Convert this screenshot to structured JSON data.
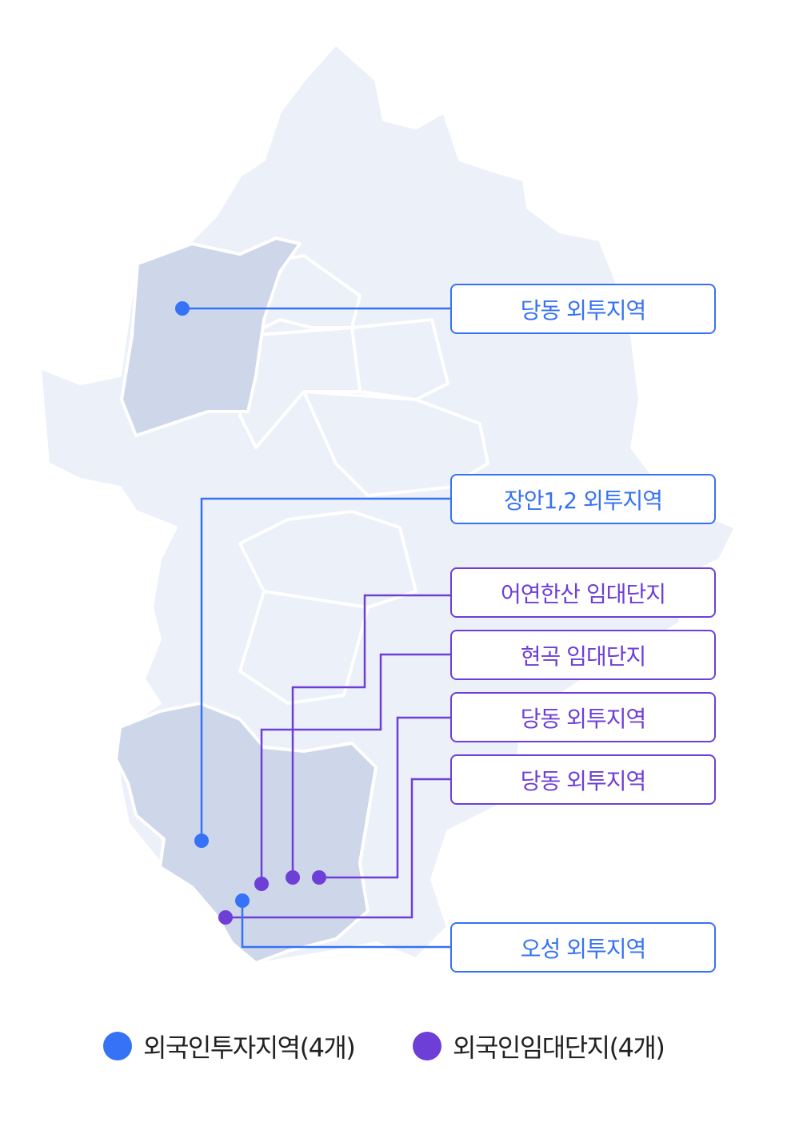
{
  "colors": {
    "investment": "#3672F5",
    "rental": "#6E3FD6",
    "map_base": "#EBF0F9",
    "map_highlight": "#CED6EA"
  },
  "labels": [
    {
      "text": "당동 외투지역",
      "type": "investment"
    },
    {
      "text": "장안1,2 외투지역",
      "type": "investment"
    },
    {
      "text": "어연한산 임대단지",
      "type": "rental"
    },
    {
      "text": "현곡 임대단지",
      "type": "rental"
    },
    {
      "text": "당동 외투지역",
      "type": "rental"
    },
    {
      "text": "당동 외투지역",
      "type": "rental"
    },
    {
      "text": "오성 외투지역",
      "type": "investment"
    }
  ],
  "legend": [
    {
      "text": "외국인투자지역(4개)",
      "type": "investment"
    },
    {
      "text": "외국인임대단지(4개)",
      "type": "rental"
    }
  ]
}
